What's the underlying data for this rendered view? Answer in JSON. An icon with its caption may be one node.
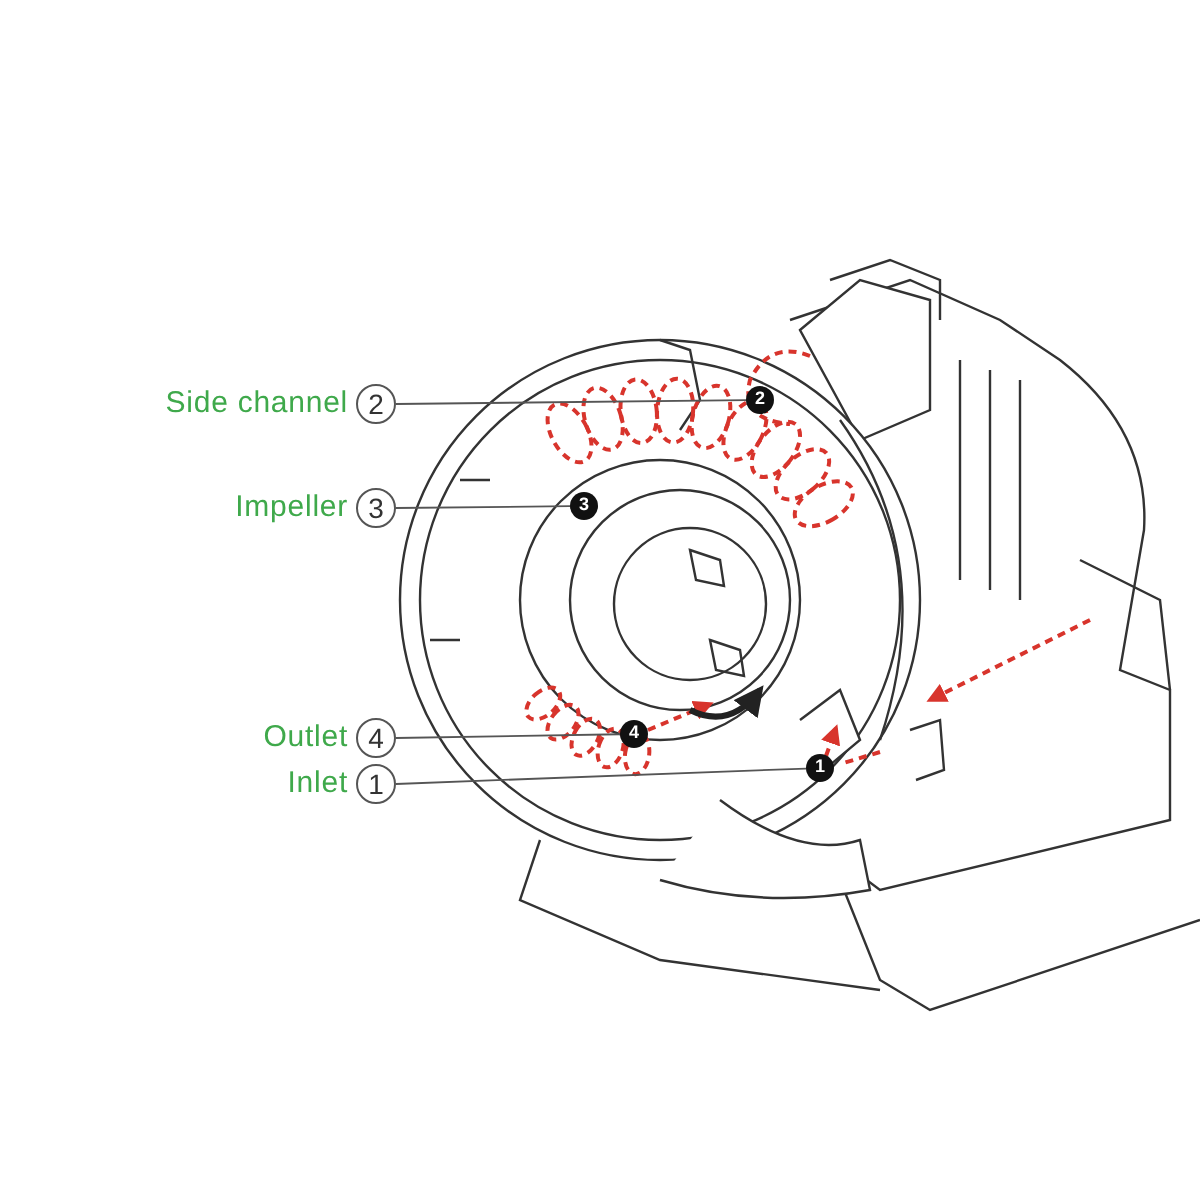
{
  "diagram": {
    "nodes": [
      {
        "text": [
          "Side channel",
          "2"
        ]
      },
      {
        "text": [
          "Impeller",
          "3"
        ]
      },
      {
        "text": [
          "Outlet",
          "4"
        ]
      },
      {
        "text": [
          "Inlet",
          "1"
        ]
      },
      {
        "text": [
          "2"
        ]
      },
      {
        "text": [
          "3"
        ]
      },
      {
        "text": [
          "4"
        ]
      },
      {
        "text": [
          "1"
        ]
      }
    ],
    "edges": [
      {
        "from": 0,
        "to": 4,
        "arrow": "none"
      },
      {
        "from": 1,
        "to": 5,
        "arrow": "none"
      },
      {
        "from": 2,
        "to": 6,
        "arrow": "none"
      },
      {
        "from": 3,
        "to": 7,
        "arrow": "none"
      }
    ]
  }
}
